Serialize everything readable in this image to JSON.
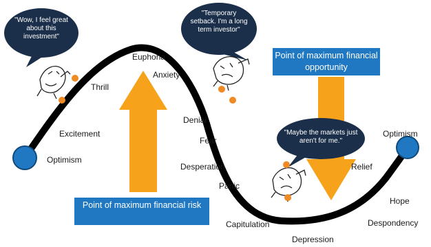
{
  "stages": {
    "optimism_left": "Optimism",
    "excitement": "Excitement",
    "thrill": "Thrill",
    "euphoria": "Euphoria",
    "anxiety": "Anxiety",
    "denial": "Denial",
    "fear": "Fear",
    "desperation": "Desperation",
    "panic": "Panic",
    "capitulation": "Capitulation",
    "depression": "Depression",
    "despondency": "Despondency",
    "hope": "Hope",
    "relief": "Relief",
    "optimism_right": "Optimism"
  },
  "bubbles": {
    "top_left": "\"Wow, I feel great about  this investment\"",
    "top_middle": "\"Temporary setback. I'm a long term investor\"",
    "bottom_right": "\"Maybe the markets just aren't for me.\""
  },
  "boxes": {
    "max_opportunity": "Point of maximum financial opportunity",
    "max_risk": "Point of maximum financial risk"
  },
  "colors": {
    "curve": "#000000",
    "endpoint": "#1f78c1",
    "arrow": "#f7a21b",
    "box": "#1f78c1",
    "bubble": "#1b2f4a",
    "dot": "#f08a24"
  }
}
